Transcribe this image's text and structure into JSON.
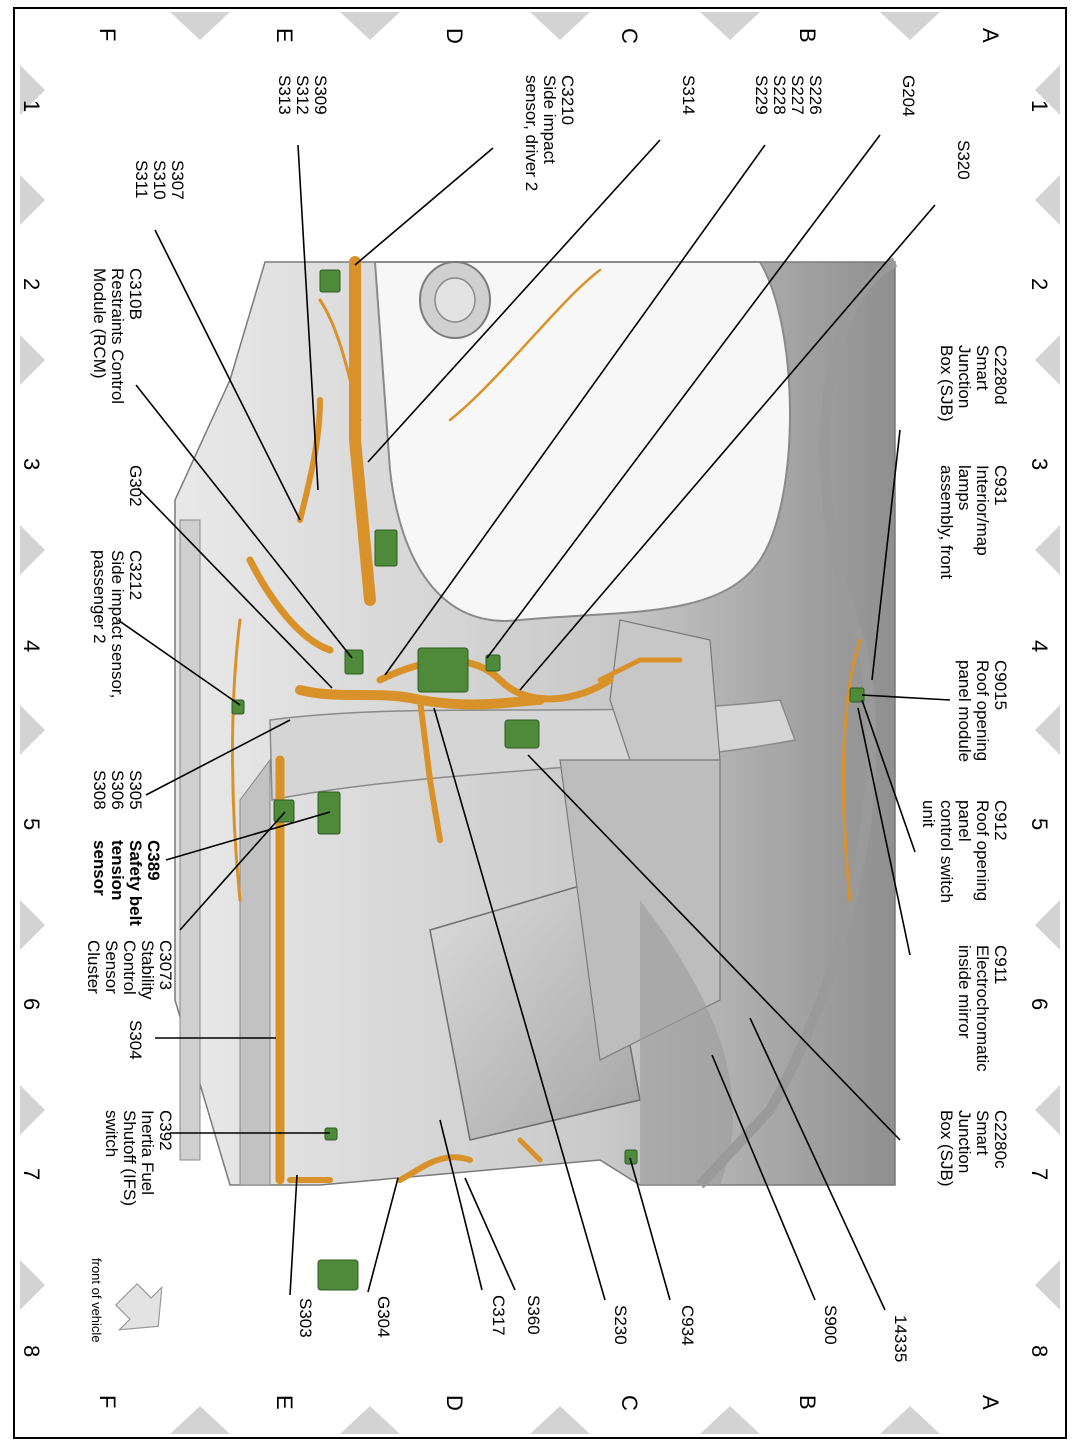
{
  "grid": {
    "rows": [
      "A",
      "B",
      "C",
      "D",
      "E",
      "F"
    ],
    "columns": [
      "1",
      "2",
      "3",
      "4",
      "5",
      "6",
      "7",
      "8"
    ]
  },
  "callouts": {
    "s320": "S320",
    "g204": "G204",
    "s226_group": [
      "S226",
      "S227",
      "S228",
      "S229"
    ],
    "s314": "S314",
    "c3210": [
      "C3210",
      "Side impact",
      "sensor, driver 2"
    ],
    "s309_group": [
      "S309",
      "S312",
      "S313"
    ],
    "s307_group": [
      "S307",
      "S310",
      "S311"
    ],
    "c2280d": [
      "C2280d",
      "Smart",
      "Junction",
      "Box (SJB)"
    ],
    "c931": [
      "C931",
      "Interior/map",
      "lamps",
      "assembly, front"
    ],
    "c9015": [
      "C9015",
      "Roof opening",
      "panel module"
    ],
    "c912": [
      "C912",
      "Roof opening",
      "panel",
      "control switch",
      "unit"
    ],
    "c911": [
      "C911",
      "Electrochromatic",
      "inside mirror"
    ],
    "c2280c": [
      "C2280c",
      "Smart",
      "Junction",
      "Box (SJB)"
    ],
    "c310b": [
      "C310B",
      "Restraints Control",
      "Module (RCM)"
    ],
    "g302": "G302",
    "c3212": [
      "C3212",
      "Side impact sensor,",
      "passenger 2"
    ],
    "s305_group": [
      "S305",
      "S306",
      "S308"
    ],
    "c389": [
      "C389",
      "Safety belt",
      "tension",
      "sensor"
    ],
    "c3073": [
      "C3073",
      "Stability",
      "Control",
      "Sensor",
      "Cluster"
    ],
    "s304": "S304",
    "c392": [
      "C392",
      "Inertia Fuel",
      "Shutoff (IFS)",
      "switch"
    ],
    "n14335": "14335",
    "s900": "S900",
    "c934": "C934",
    "s230": "S230",
    "s360": "S360",
    "c317": "C317",
    "g304": "G304",
    "s303": "S303"
  },
  "orientation_label": "front of vehicle",
  "colors": {
    "harness": "#d9922a",
    "connector": "#4f8a3a",
    "body": "#b8b8b8",
    "border_triangle": "#d3d3d3"
  }
}
